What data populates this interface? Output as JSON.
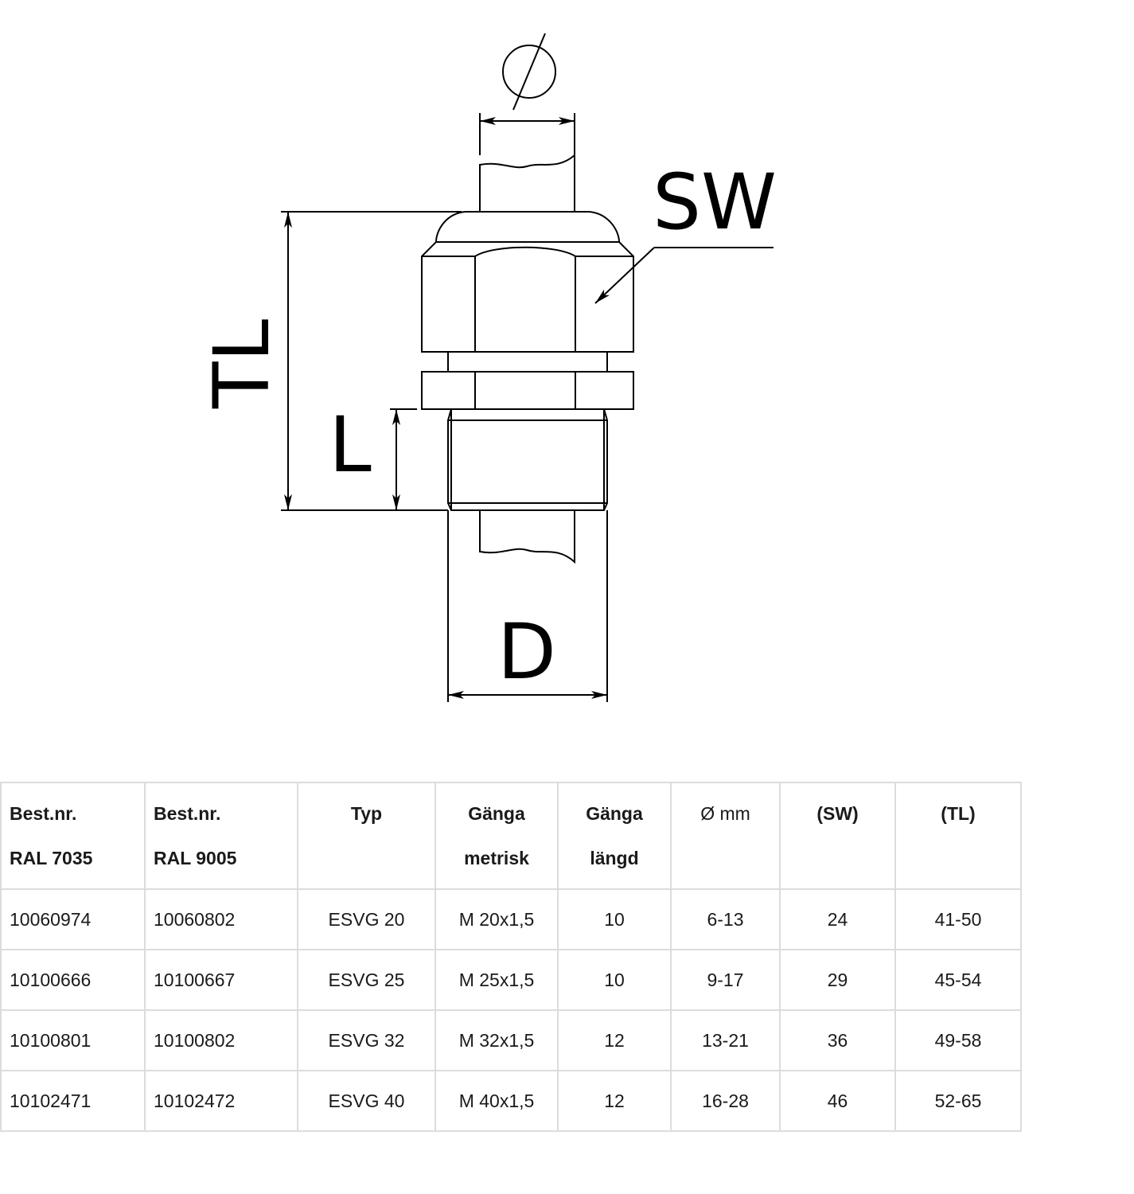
{
  "drawing": {
    "labels": {
      "sw": "SW",
      "tl": "TL",
      "l": "L",
      "d": "D"
    },
    "stroke_color": "#000000"
  },
  "table": {
    "headers": [
      {
        "line1": "Best.nr.",
        "line2": "RAL 7035",
        "bold": true,
        "align": "left"
      },
      {
        "line1": "Best.nr.",
        "line2": "RAL 9005",
        "bold": true,
        "align": "left"
      },
      {
        "line1": "Typ",
        "line2": "",
        "bold": true,
        "align": "center"
      },
      {
        "line1": "Gänga",
        "line2": "metrisk",
        "bold": true,
        "align": "center"
      },
      {
        "line1": "Gänga",
        "line2": "längd",
        "bold": true,
        "align": "center"
      },
      {
        "line1": "Ø mm",
        "line2": "",
        "bold": false,
        "align": "center"
      },
      {
        "line1": "(SW)",
        "line2": "",
        "bold": true,
        "align": "center"
      },
      {
        "line1": "(TL)",
        "line2": "",
        "bold": true,
        "align": "center"
      }
    ],
    "rows": [
      [
        "10060974",
        "10060802",
        "ESVG 20",
        "M 20x1,5",
        "10",
        "6-13",
        "24",
        "41-50"
      ],
      [
        "10100666",
        "10100667",
        "ESVG 25",
        "M 25x1,5",
        "10",
        "9-17",
        "29",
        "45-54"
      ],
      [
        "10100801",
        "10100802",
        "ESVG 32",
        "M 32x1,5",
        "12",
        "13-21",
        "36",
        "49-58"
      ],
      [
        "10102471",
        "10102472",
        "ESVG 40",
        "M 40x1,5",
        "12",
        "16-28",
        "46",
        "52-65"
      ]
    ],
    "border_color": "#dcdcdc"
  }
}
